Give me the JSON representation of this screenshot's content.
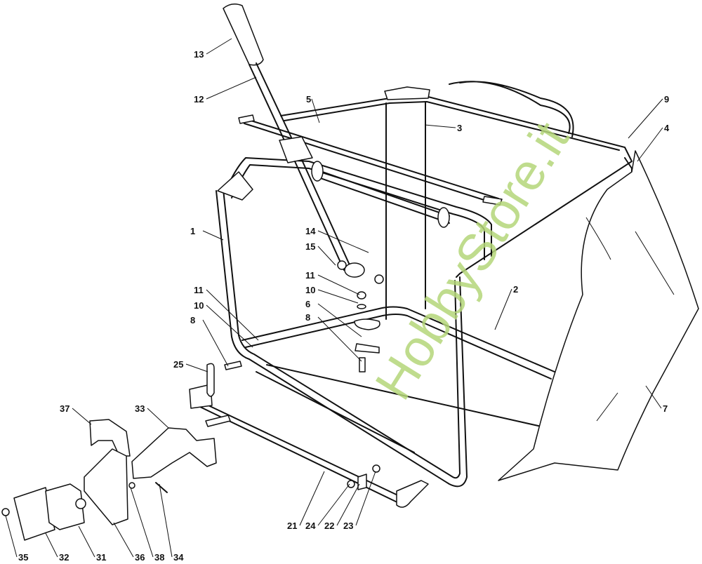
{
  "diagram": {
    "watermark": "HobbyStore.it",
    "callouts": [
      "13",
      "12",
      "5",
      "3",
      "9",
      "4",
      "1",
      "14",
      "15",
      "11",
      "10",
      "6",
      "8",
      "2",
      "11",
      "10",
      "8",
      "25",
      "37",
      "33",
      "7",
      "21",
      "24",
      "22",
      "23",
      "35",
      "32",
      "31",
      "36",
      "38",
      "34"
    ]
  }
}
